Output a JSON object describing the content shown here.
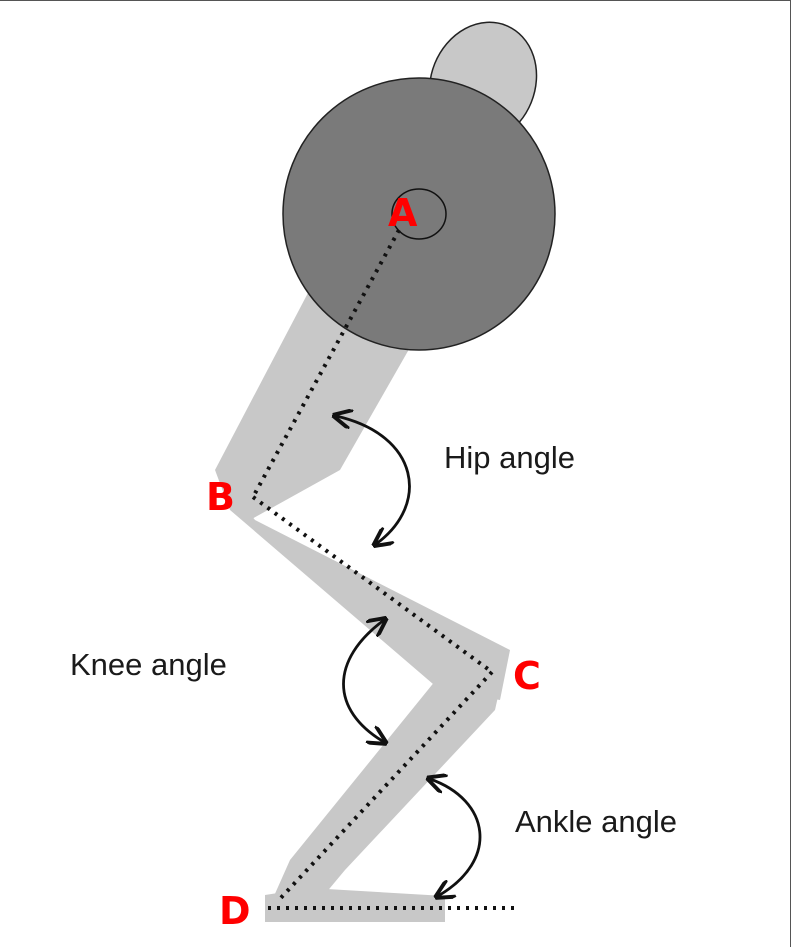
{
  "points": {
    "a": "A",
    "b": "B",
    "c": "C",
    "d": "D"
  },
  "angles": {
    "hip": "Hip angle",
    "knee": "Knee angle",
    "ankle": "Ankle angle"
  },
  "colors": {
    "point_label": "#ff0000",
    "body": "#c8c8c8",
    "plate": "#7a7a7a",
    "outline": "#222222",
    "line": "#111111"
  }
}
